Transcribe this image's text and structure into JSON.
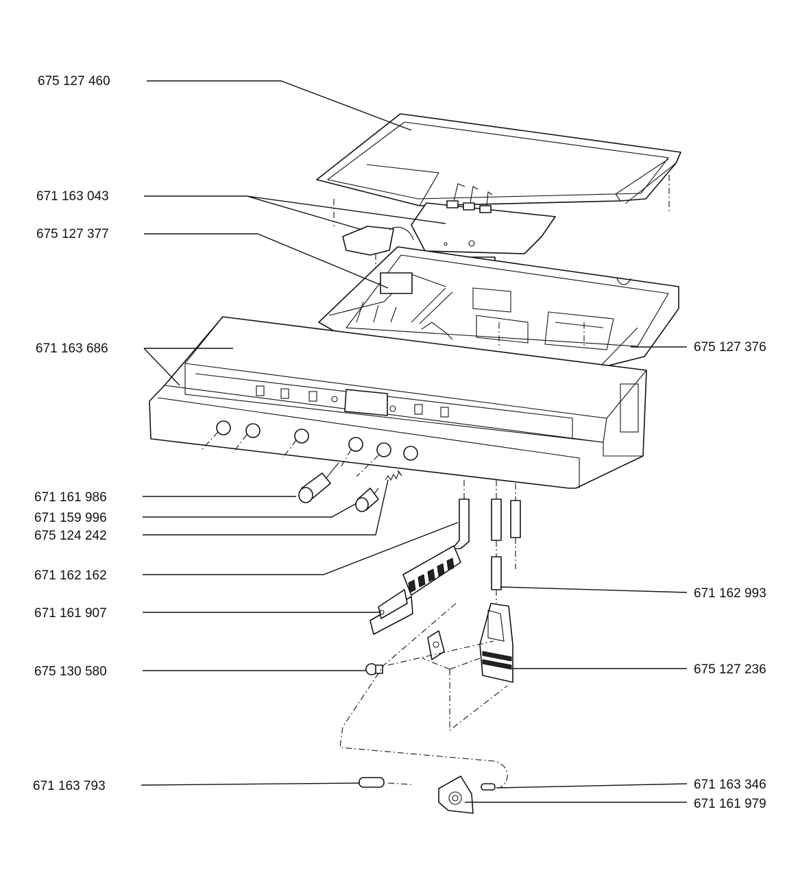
{
  "labels": {
    "lid": "675 127 460",
    "pcb_parts": "671 163 043",
    "switch_assembly": "675 127 377",
    "front_panel": "671 163 686",
    "base_frame": "675 127 376",
    "knob_long": "671 161 986",
    "knob_short": "671 159 996",
    "spring": "675 124 242",
    "cable": "671 162 162",
    "connector_strip": "671 161 907",
    "rod": "671 162 993",
    "screw": "675 130 580",
    "plug_block": "675 127 236",
    "pin": "671 163 793",
    "clip_pin": "671 163 346",
    "clip": "671 161 979"
  }
}
